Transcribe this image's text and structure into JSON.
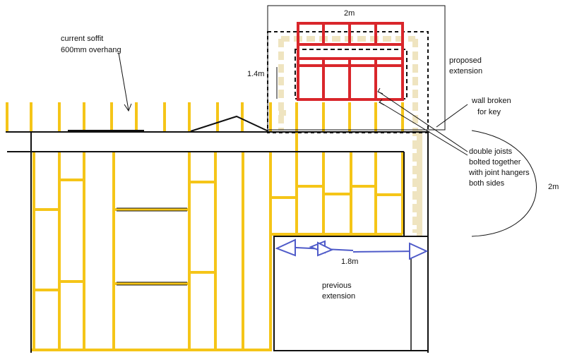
{
  "labels": {
    "soffit_line1": "current soffit",
    "soffit_line2": "600mm overhang",
    "width_top": "2m",
    "height_left": "1.4m",
    "proposed_line1": "proposed",
    "proposed_line2": "extension",
    "wall_line1": "wall broken",
    "wall_line2": "for key",
    "joists_line1": "double joists",
    "joists_line2": "bolted together",
    "joists_line3": "with joint hangers",
    "joists_line4": "both sides",
    "arc_label": "2m",
    "span_label": "1.8m",
    "prev_line1": "previous",
    "prev_line2": "extension"
  },
  "colors": {
    "timber": "#f5c518",
    "timber_pale": "#efe4c0",
    "new_frame": "#d9262b",
    "dimension_arrow": "#4f5bc9",
    "outline": "#111111"
  }
}
